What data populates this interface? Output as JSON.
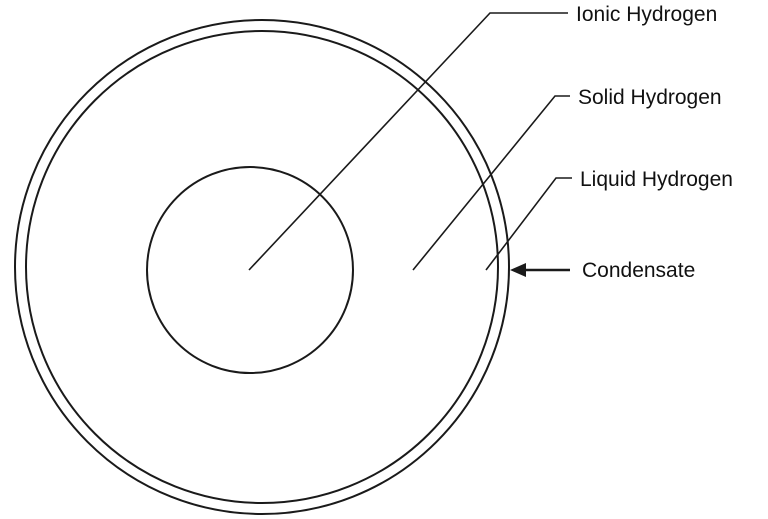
{
  "layers": {
    "ionic": "Ionic Hydrogen",
    "solid": "Solid Hydrogen",
    "liquid": "Liquid Hydrogen",
    "condensate": "Condensate"
  }
}
